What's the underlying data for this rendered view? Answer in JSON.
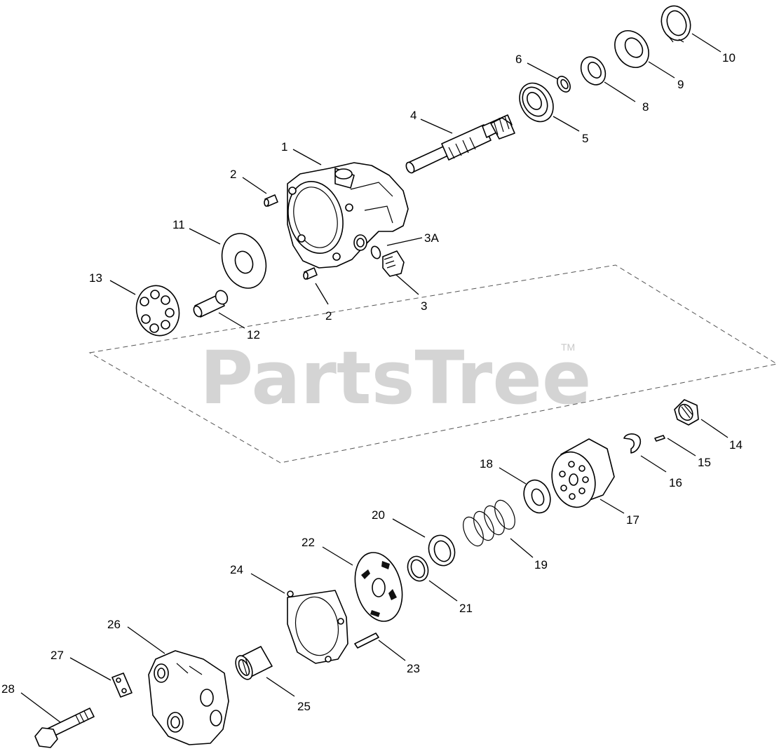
{
  "watermark": {
    "text": "PartsTree",
    "trademark": "TM",
    "color": "#d4d4d4"
  },
  "callouts": [
    "10",
    "9",
    "8",
    "6",
    "5",
    "4",
    "1",
    "2",
    "3A",
    "3",
    "11",
    "2",
    "13",
    "12",
    "14",
    "15",
    "16",
    "17",
    "18",
    "19",
    "20",
    "21",
    "22",
    "23",
    "24",
    "25",
    "26",
    "27",
    "28"
  ],
  "colors": {
    "background": "#ffffff",
    "line_art": "#000000",
    "dashed_outline": "#555555"
  }
}
